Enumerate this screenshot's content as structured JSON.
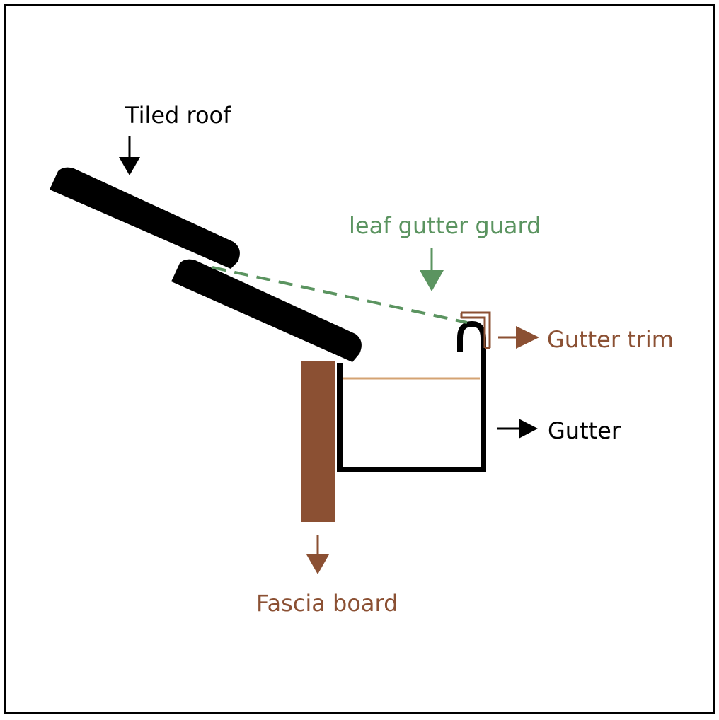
{
  "labels": {
    "roof": "Tiled roof",
    "guard": "leaf gutter guard",
    "trim": "Gutter trim",
    "gutter": "Gutter",
    "fascia": "Fascia board"
  },
  "colors": {
    "black": "#000000",
    "brown": "#8b5033",
    "green": "#5b9460",
    "tan": "#d4a373",
    "background": "#ffffff"
  }
}
